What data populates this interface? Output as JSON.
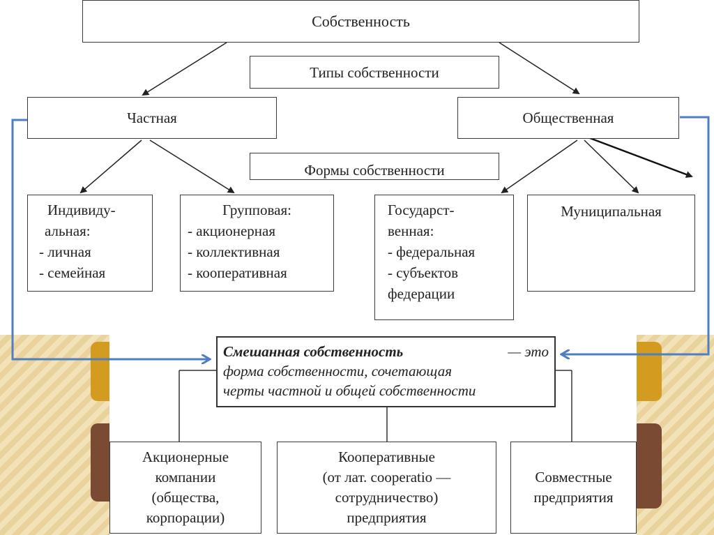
{
  "title": "Собственность",
  "types_label": "Типы собственности",
  "forms_label": "Формы собственности",
  "private": {
    "label": "Частная"
  },
  "public": {
    "label": "Общественная"
  },
  "individual": {
    "title_line1": "Индивиду-",
    "title_line2": "альная:",
    "items": [
      "- личная",
      "- семейная"
    ]
  },
  "group": {
    "title": "Групповая:",
    "items": [
      "- акционерная",
      "- коллективная",
      "- кооперативная"
    ]
  },
  "state": {
    "title_line1": "Государст-",
    "title_line2": "венная:",
    "items": [
      "- федеральная",
      "- субъектов",
      "федерации"
    ]
  },
  "municipal": {
    "label": "Муниципальная"
  },
  "mixed": {
    "term": "Смешанная собственность",
    "definition_line1": " — это",
    "definition_line2": "форма собственности, сочетающая",
    "definition_line3": "черты частной и общей собственности"
  },
  "examples": [
    {
      "lines": [
        "Акционерные",
        "компании",
        "(общества,",
        "корпорации)"
      ]
    },
    {
      "lines": [
        "Кооперативные",
        "(от лат. cooperatio —",
        "сотрудничество)",
        "предприятия"
      ]
    },
    {
      "lines": [
        "Совместные",
        "предприятия"
      ]
    }
  ],
  "colors": {
    "connector_blue": "#4f7fbf",
    "tile_gold": "#d39b1f",
    "tile_brown": "#7a4a33",
    "stripe_light": "#f2e2b8",
    "stripe_dark": "#ead29c"
  }
}
